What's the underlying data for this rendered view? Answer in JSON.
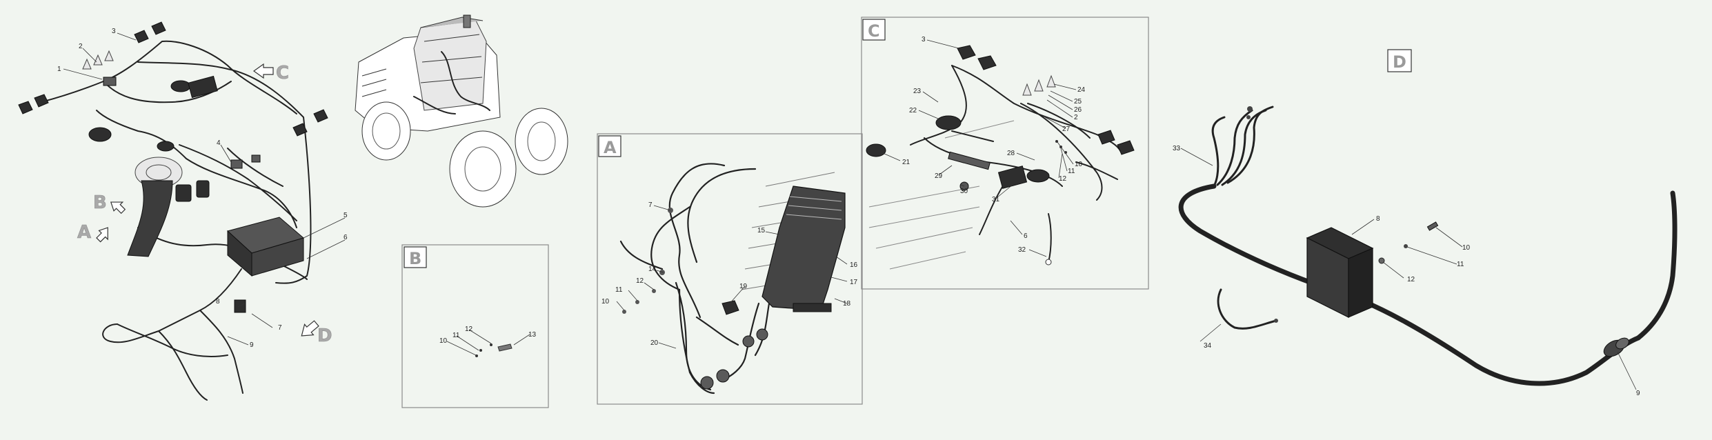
{
  "callouts": {
    "A": "A",
    "B": "B",
    "C": "C",
    "D": "D"
  },
  "detail_titles": {
    "A": "A",
    "B": "B",
    "C": "C",
    "D": "D"
  },
  "main_labels": [
    "1",
    "2",
    "3",
    "4",
    "5",
    "6",
    "7",
    "8",
    "9"
  ],
  "b_labels": [
    "10",
    "11",
    "12",
    "13"
  ],
  "a_labels": [
    "7",
    "14",
    "15",
    "16",
    "17",
    "18",
    "19",
    "20",
    "12",
    "11",
    "10"
  ],
  "c_labels": [
    "3",
    "23",
    "22",
    "24",
    "25",
    "26",
    "2",
    "27",
    "28",
    "10",
    "11",
    "12",
    "21",
    "29",
    "30",
    "31",
    "6",
    "32"
  ],
  "d_labels": [
    "33",
    "8",
    "10",
    "11",
    "12",
    "34",
    "9"
  ]
}
